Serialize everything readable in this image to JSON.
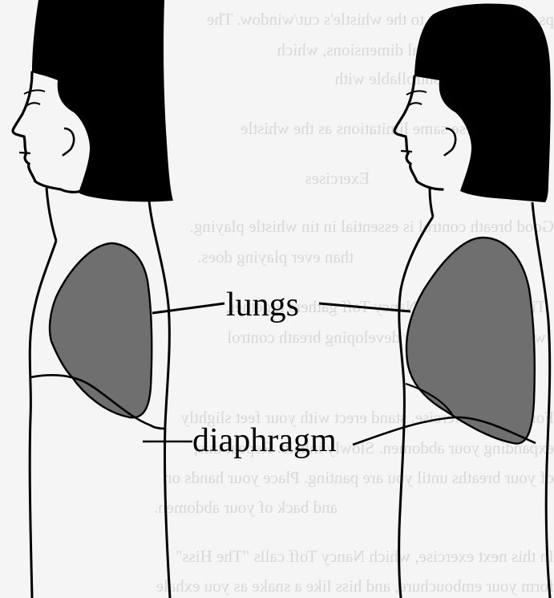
{
  "labels": {
    "lungs": "lungs",
    "diaphragm": "diaphragm"
  },
  "bleed_through_text": [
    "ps, the the air flow to the whistle's cut/window. The",
    "ned by the physical dimensions, which",
    "somewhat controllable with",
    "ht size, these same limitations as the whistle",
    "Exercises",
    "Good breath control is essential in tin whistle playing.",
    "than ever playing does.",
    "Tin Whistle Book, Nancy Toff gathers together,",
    "which are helpful for developing breath control",
    "For the first exercise, stand erect with your feet slightly",
    "expanding your abdomen. Slowly inhale. Repeat this,",
    "of your breaths until you are panting. Place your hands on",
    "and back of your abdomen.",
    "In this next exercise, which Nancy Toff calls \"The Hiss\"",
    "form your embouchure, and hiss like a snake as you exhale"
  ],
  "colors": {
    "background": "#f5f5f5",
    "lung_fill": "#6f6f6f",
    "ink": "#000000",
    "bleed_through": "#d8d8d8"
  }
}
